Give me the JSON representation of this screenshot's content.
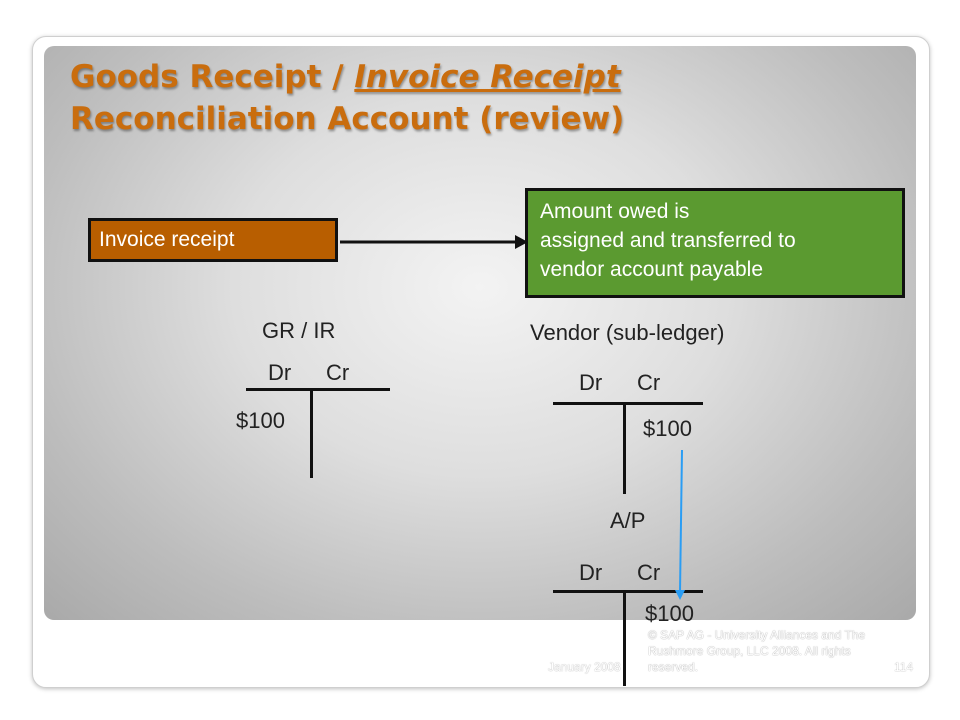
{
  "slide": {
    "title_part1": "Goods Receipt / ",
    "title_underlined": "Invoice Receipt",
    "title_line2": "Reconciliation Account (review)",
    "invoice_box": "Invoice receipt",
    "owed_box_lines": [
      "Amount owed is",
      "assigned and transferred to",
      "vendor account payable"
    ],
    "gr_ir": {
      "label": "GR / IR",
      "dr": "Dr",
      "cr": "Cr",
      "entry": "$100"
    },
    "vendor": {
      "label": "Vendor (sub-ledger)",
      "dr": "Dr",
      "cr": "Cr",
      "entry": "$100"
    },
    "ap": {
      "label": "A/P",
      "dr": "Dr",
      "cr": "Cr",
      "entry": "$100"
    },
    "footer_date": "January 2008",
    "copyright": "© SAP AG - University Alliances and The Rushmore Group, LLC 2008. All rights reserved.",
    "page_number": "114"
  },
  "colors": {
    "title": "#c96d0e",
    "invoice_box": "#b85e00",
    "owed_box": "#5b9a30",
    "connector": "#2a9df4"
  }
}
